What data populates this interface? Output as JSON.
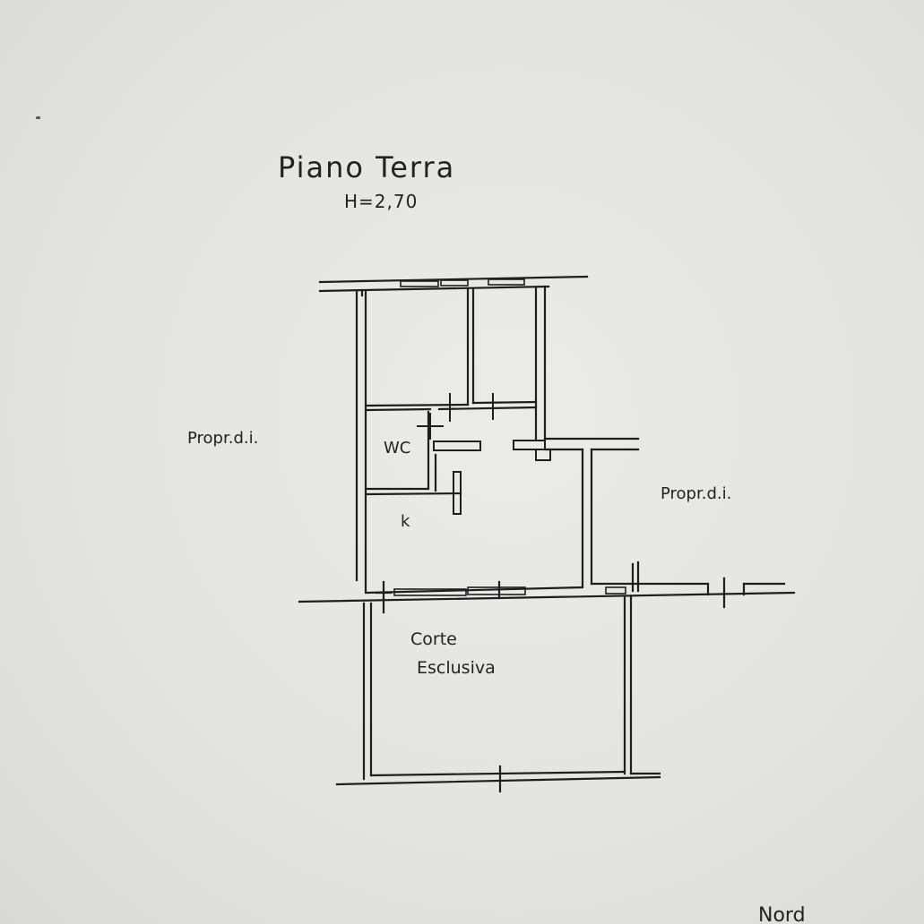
{
  "plan": {
    "title": "Piano Terra",
    "height_label": "H=2,70"
  },
  "neighbours": {
    "left_label": "Propr.d.i.",
    "right_label": "Propr.d.i."
  },
  "rooms": {
    "wc_label": "WC",
    "kitchen_label": "k",
    "courtyard_line1": "Corte",
    "courtyard_line2": "Esclusiva"
  },
  "orientation": {
    "north_label": "Nord"
  },
  "colors": {
    "line": "#1e1e1e",
    "paper": "#e6e6e4"
  }
}
